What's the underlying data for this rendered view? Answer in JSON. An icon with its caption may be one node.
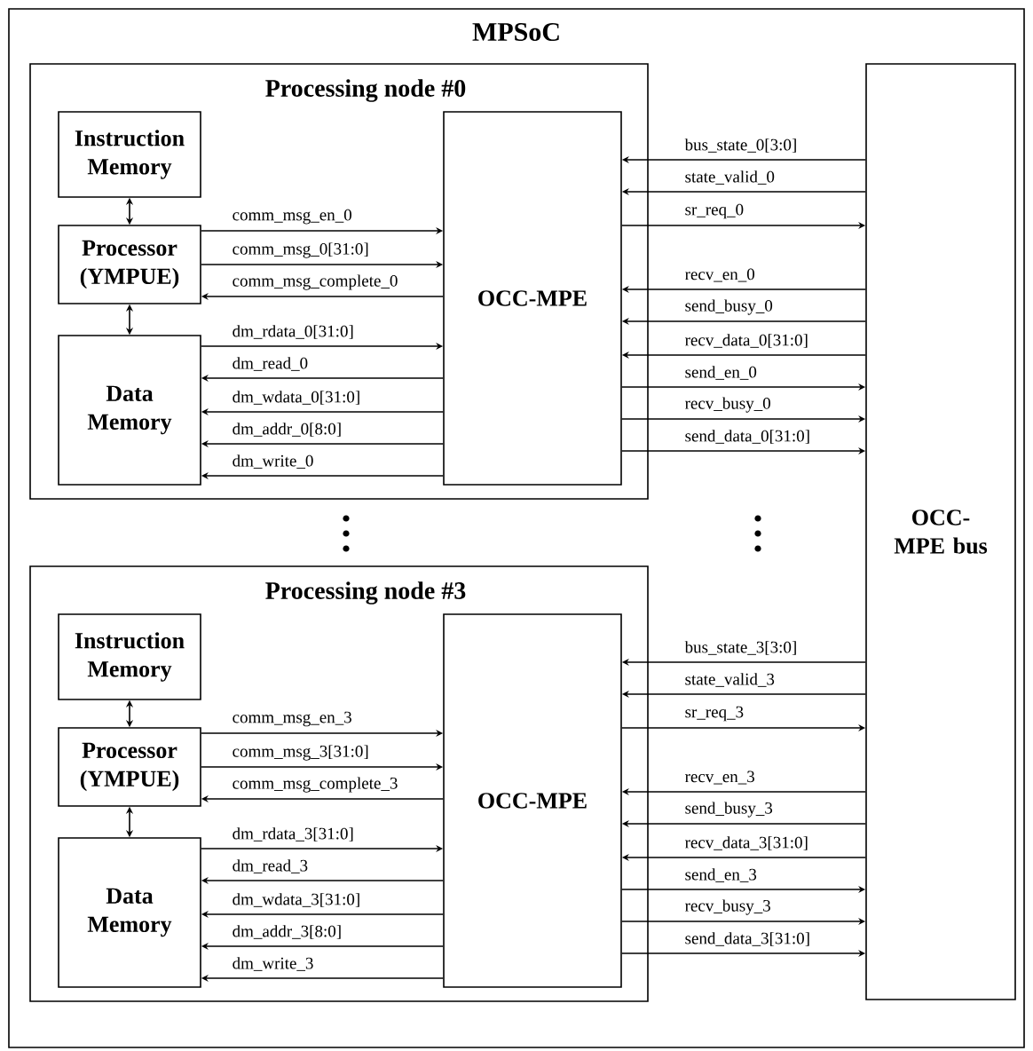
{
  "diagram": {
    "title": "MPSoC",
    "nodes": [
      {
        "text": [],
        "shape": "box"
      },
      {
        "text": [
          "Processing node #0"
        ],
        "in": 0
      },
      {
        "text": [
          "Instruction Memory"
        ],
        "in": 1
      },
      {
        "text": [
          "Processor (YMPUE)"
        ],
        "in": 1
      },
      {
        "text": [
          "Data Memory"
        ],
        "in": 1
      },
      {
        "text": [
          "OCC-MPE"
        ],
        "in": 1
      },
      {
        "text": [
          "Processing node #3"
        ],
        "in": 0
      },
      {
        "text": [
          "Instruction Memory"
        ],
        "in": 6
      },
      {
        "text": [
          "Processor (YMPUE)"
        ],
        "in": 6
      },
      {
        "text": [
          "Data Memory"
        ],
        "in": 6
      },
      {
        "text": [
          "OCC-MPE"
        ],
        "in": 6
      },
      {
        "text": [
          "OCC-MPE bus"
        ],
        "in": 0
      }
    ],
    "edges": [
      {
        "from": 2,
        "to": 3,
        "arrow": "both"
      },
      {
        "from": 3,
        "to": 4,
        "arrow": "both"
      },
      {
        "from": 3,
        "to": 5,
        "arrow": "to",
        "label": "comm_msg_en_0"
      },
      {
        "from": 3,
        "to": 5,
        "arrow": "to",
        "label": "comm_msg_0[31:0]"
      },
      {
        "from": 5,
        "to": 3,
        "arrow": "to",
        "label": "comm_msg_complete_0"
      },
      {
        "from": 4,
        "to": 5,
        "arrow": "to",
        "label": "dm_rdata_0[31:0]"
      },
      {
        "from": 5,
        "to": 4,
        "arrow": "to",
        "label": "dm_read_0"
      },
      {
        "from": 5,
        "to": 4,
        "arrow": "to",
        "label": "dm_wdata_0[31:0]"
      },
      {
        "from": 5,
        "to": 4,
        "arrow": "to",
        "label": "dm_addr_0[8:0]"
      },
      {
        "from": 5,
        "to": 4,
        "arrow": "to",
        "label": "dm_write_0"
      },
      {
        "from": 11,
        "to": 5,
        "arrow": "to",
        "label": "bus_state_0[3:0]"
      },
      {
        "from": 11,
        "to": 5,
        "arrow": "to",
        "label": "state_valid_0"
      },
      {
        "from": 5,
        "to": 11,
        "arrow": "to",
        "label": "sr_req_0"
      },
      {
        "from": 11,
        "to": 5,
        "arrow": "to",
        "label": "recv_en_0"
      },
      {
        "from": 11,
        "to": 5,
        "arrow": "to",
        "label": "send_busy_0"
      },
      {
        "from": 11,
        "to": 5,
        "arrow": "to",
        "label": "recv_data_0[31:0]"
      },
      {
        "from": 5,
        "to": 11,
        "arrow": "to",
        "label": "send_en_0"
      },
      {
        "from": 5,
        "to": 11,
        "arrow": "to",
        "label": "recv_busy_0"
      },
      {
        "from": 5,
        "to": 11,
        "arrow": "to",
        "label": "send_data_0[31:0]"
      },
      {
        "from": 7,
        "to": 8,
        "arrow": "both"
      },
      {
        "from": 8,
        "to": 9,
        "arrow": "both"
      },
      {
        "from": 8,
        "to": 10,
        "arrow": "to",
        "label": "comm_msg_en_3"
      },
      {
        "from": 8,
        "to": 10,
        "arrow": "to",
        "label": "comm_msg_3[31:0]"
      },
      {
        "from": 10,
        "to": 8,
        "arrow": "to",
        "label": "comm_msg_complete_3"
      },
      {
        "from": 9,
        "to": 10,
        "arrow": "to",
        "label": "dm_rdata_3[31:0]"
      },
      {
        "from": 10,
        "to": 9,
        "arrow": "to",
        "label": "dm_read_3"
      },
      {
        "from": 10,
        "to": 9,
        "arrow": "to",
        "label": "dm_wdata_3[31:0]"
      },
      {
        "from": 10,
        "to": 9,
        "arrow": "to",
        "label": "dm_addr_3[8:0]"
      },
      {
        "from": 10,
        "to": 9,
        "arrow": "to",
        "label": "dm_write_3"
      },
      {
        "from": 11,
        "to": 10,
        "arrow": "to",
        "label": "bus_state_3[3:0]"
      },
      {
        "from": 11,
        "to": 10,
        "arrow": "to",
        "label": "state_valid_3"
      },
      {
        "from": 10,
        "to": 11,
        "arrow": "to",
        "label": "sr_req_3"
      },
      {
        "from": 11,
        "to": 10,
        "arrow": "to",
        "label": "recv_en_3"
      },
      {
        "from": 11,
        "to": 10,
        "arrow": "to",
        "label": "send_busy_3"
      },
      {
        "from": 11,
        "to": 10,
        "arrow": "to",
        "label": "recv_data_3[31:0]"
      },
      {
        "from": 10,
        "to": 11,
        "arrow": "to",
        "label": "send_en_3"
      },
      {
        "from": 10,
        "to": 11,
        "arrow": "to",
        "label": "recv_busy_3"
      },
      {
        "from": 10,
        "to": 11,
        "arrow": "to",
        "label": "send_data_3[31:0]"
      }
    ]
  }
}
